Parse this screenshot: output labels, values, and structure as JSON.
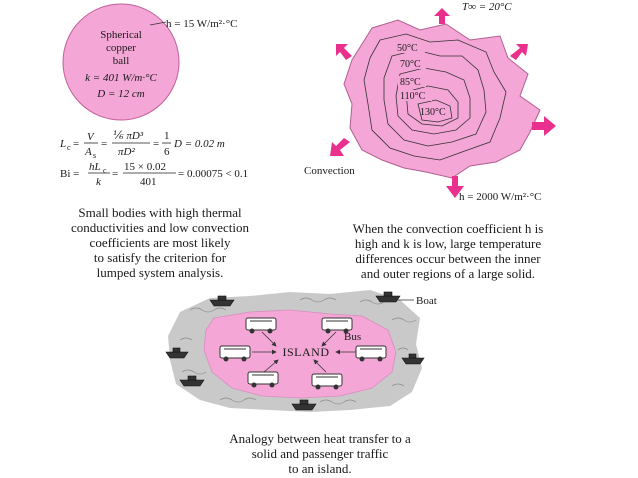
{
  "ball": {
    "heat_coeff": "h = 15 W/m²·°C",
    "name_line1": "Spherical",
    "name_line2": "copper",
    "name_line3": "ball",
    "conductivity": "k = 401 W/m·°C",
    "diameter": "D = 12 cm"
  },
  "equations": {
    "lc_prefix": "L",
    "lc_sub": "c",
    "lc_eq": "=",
    "v": "V",
    "as_a": "A",
    "as_s": "s",
    "eq2": "=",
    "frac_top": "⅙ πD³",
    "frac_bot": "πD²",
    "eq3": "=",
    "one": "1",
    "six": "6",
    "d_result": "D = 0.02 m",
    "bi": "Bi =",
    "hl": "hL",
    "hl_sub": "c",
    "k": "k",
    "eq4": "=",
    "num": "15 × 0.02",
    "den": "401",
    "bi_result": "= 0.00075 < 0.1"
  },
  "caption_left": [
    "Small bodies with high thermal",
    "conductivities and low convection",
    "coefficients are most likely",
    "to satisfy the criterion for",
    "lumped system analysis."
  ],
  "solid": {
    "t_inf": "T∞ = 20°C",
    "iso_50": "50°C",
    "iso_70": "70°C",
    "iso_85": "85°C",
    "iso_110": "110°C",
    "iso_130": "130°C",
    "convection": "Convection",
    "heat_coeff": "h = 2000 W/m²·°C"
  },
  "caption_right": [
    "When the convection coefficient h is",
    "high and k is low, large temperature",
    "differences occur between the inner",
    "and outer regions of a large solid."
  ],
  "island": {
    "boat_label": "Boat",
    "bus_label": "Bus",
    "island_label": "ISLAND"
  },
  "caption_bottom": [
    "Analogy between heat transfer to a",
    "solid and passenger traffic",
    "to an island."
  ],
  "colors": {
    "pink": "#f4a6d6",
    "magenta_arrow": "#e8308c",
    "sea": "#c9c9c9"
  }
}
